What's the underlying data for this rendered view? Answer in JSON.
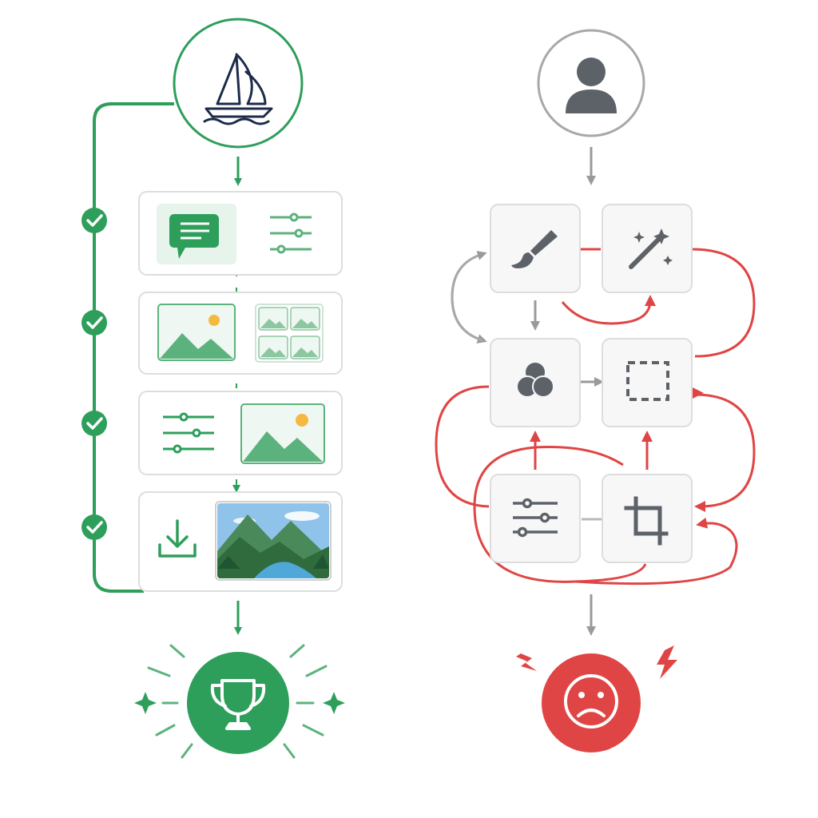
{
  "colors": {
    "green": "#2e9e5b",
    "green_light": "#e6f4ec",
    "green_mid": "#5cb27d",
    "card_border": "#dddddd",
    "card_fill": "#f7f7f7",
    "navy": "#1c2b4a",
    "gray": "#9a9a9a",
    "gray_dark": "#5d6268",
    "red": "#e04545",
    "sun": "#f5b942",
    "sky": "#6aa9d8"
  },
  "left_flow": {
    "start_icon": "sailboat-icon",
    "steps": [
      {
        "left_icon": "chat-bubble-icon",
        "right_icon": "sliders-icon",
        "status_icon": "check-icon"
      },
      {
        "left_icon": "image-icon",
        "right_icon": "image-grid-icon",
        "status_icon": "check-icon"
      },
      {
        "left_icon": "sliders-icon",
        "right_icon": "image-icon",
        "status_icon": "check-icon"
      },
      {
        "left_icon": "download-icon",
        "right_icon": "landscape-photo-icon",
        "status_icon": "check-icon"
      }
    ],
    "end_icon": "trophy-icon"
  },
  "right_flow": {
    "start_icon": "user-icon",
    "tools": [
      {
        "id": "brush",
        "icon": "paintbrush-icon"
      },
      {
        "id": "wand",
        "icon": "magic-wand-icon"
      },
      {
        "id": "blend",
        "icon": "color-blend-icon"
      },
      {
        "id": "select",
        "icon": "selection-icon"
      },
      {
        "id": "adjust",
        "icon": "sliders-icon"
      },
      {
        "id": "crop",
        "icon": "crop-icon"
      }
    ],
    "end_icon": "sad-face-icon",
    "alert_icon": "lightning-icon"
  }
}
